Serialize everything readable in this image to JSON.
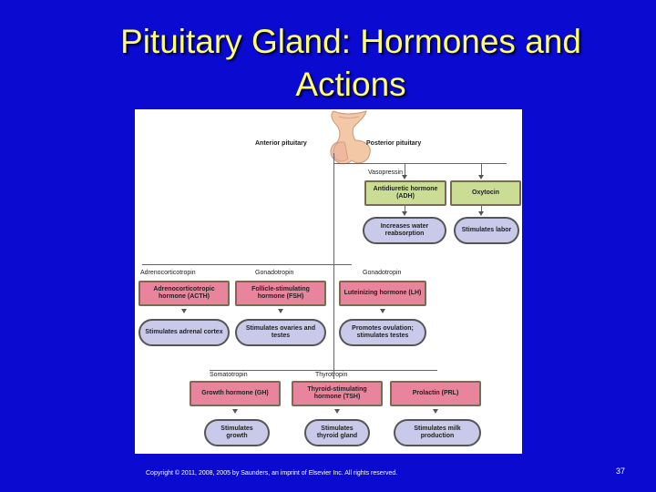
{
  "slide": {
    "title_line1": "Pituitary Gland: Hormones and",
    "title_line2": "Actions",
    "footer": "Copyright © 2011, 2008, 2005 by Saunders, an imprint of Elsevier Inc. All rights reserved.",
    "page_number": "37"
  },
  "diagram": {
    "anterior_label": "Anterior pituitary",
    "posterior_label": "Posterior pituitary",
    "posterior": {
      "source_label": "Vasopressin",
      "hormones": [
        {
          "name": "Antidiuretic hormone (ADH)",
          "action": "Increases water reabsorption"
        },
        {
          "name": "Oxytocin",
          "action": "Stimulates labor"
        }
      ]
    },
    "row1": [
      {
        "source": "Adrenocorticotropin",
        "hormone": "Adrenocorticotropic hormone (ACTH)",
        "action": "Stimulates adrenal cortex"
      },
      {
        "source": "Gonadotropin",
        "hormone": "Follicle-stimulating hormone (FSH)",
        "action": "Stimulates ovaries and testes"
      },
      {
        "source": "Gonadotropin",
        "hormone": "Luteinizing hormone (LH)",
        "action": "Promotes ovulation; stimulates testes"
      }
    ],
    "row2": [
      {
        "source": "Somatotropin",
        "hormone": "Growth hormone (GH)",
        "action": "Stimulates growth"
      },
      {
        "source": "Thyrotropin",
        "hormone": "Thyroid-stimulating hormone (TSH)",
        "action": "Stimulates thyroid gland"
      },
      {
        "source": "",
        "hormone": "Prolactin (PRL)",
        "action": "Stimulates milk production"
      }
    ],
    "colors": {
      "hormone_box": "#e8849c",
      "posterior_box": "#cbdc94",
      "action_box": "#c9c9ea",
      "background": "#0a0ad0",
      "title": "#ffff66"
    }
  }
}
